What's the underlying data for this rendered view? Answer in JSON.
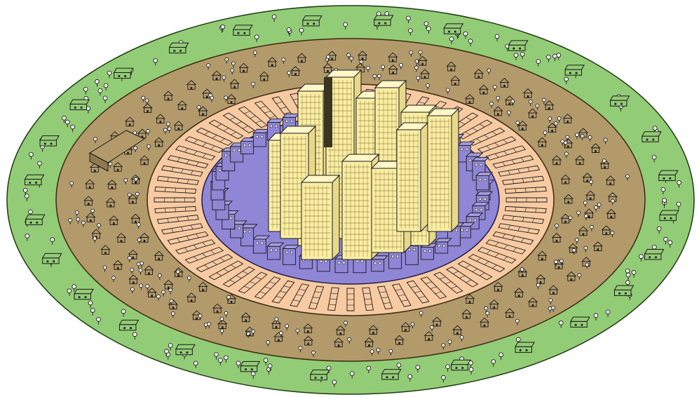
{
  "diagram": {
    "zones": [
      {
        "id": "outer-commuter-zone",
        "color": "#93cc76",
        "edge": "#1f3a14"
      },
      {
        "id": "residential-zone",
        "color": "#b39a6b",
        "edge": "#3a2a14"
      },
      {
        "id": "workingmen-homes-zone",
        "color": "#f7caa2",
        "edge": "#3a2a14"
      },
      {
        "id": "transition-zone",
        "color": "#8f86d6",
        "edge": "#1e1a4a"
      },
      {
        "id": "central-business-district",
        "color": "#fbeea2",
        "edge": "#2a2410"
      }
    ],
    "text_labels": []
  }
}
